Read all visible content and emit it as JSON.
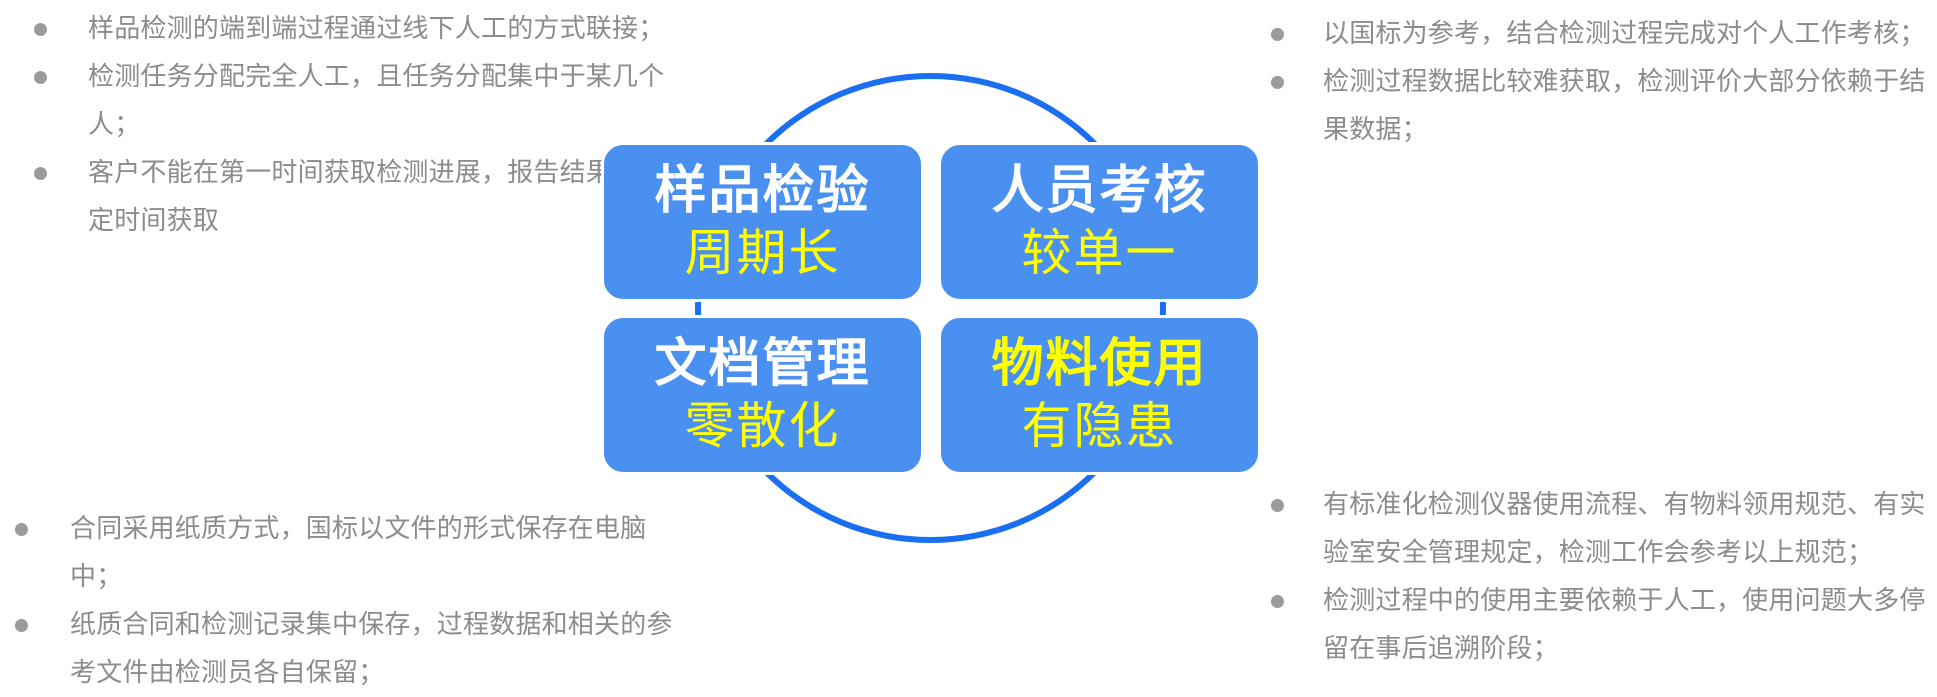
{
  "quadrants": {
    "tl": {
      "title": "样品检验",
      "subtitle": "周期长"
    },
    "tr": {
      "title": "人员考核",
      "subtitle": "较单一"
    },
    "bl": {
      "title": "文档管理",
      "subtitle": "零散化"
    },
    "br": {
      "title": "物料使用",
      "subtitle": "有隐患"
    }
  },
  "notes": {
    "top_left": [
      "样品检测的端到端过程通过线下人工的方式联接；",
      "检测任务分配完全人工，且任务分配集中于某几个人；",
      "客户不能在第一时间获取检测进展，报告结果按照约定时间获取"
    ],
    "top_right": [
      "以国标为参考，结合检测过程完成对个人工作考核；",
      "检测过程数据比较难获取，检测评价大部分依赖于结果数据；"
    ],
    "bottom_left": [
      "合同采用纸质方式，国标以文件的形式保存在电脑中；",
      "纸质合同和检测记录集中保存，过程数据和相关的参考文件由检测员各自保留；"
    ],
    "bottom_right": [
      "有标准化检测仪器使用流程、有物料领用规范、有实验室安全管理规定，检测工作会参考以上规范；",
      "检测过程中的使用主要依赖于人工，使用问题大多停留在事后追溯阶段；"
    ]
  },
  "colors": {
    "ring": "#1a6ef0",
    "quad_fill": "#4a90f0",
    "highlight": "#ffff00",
    "note_text": "#8c8c8c"
  }
}
